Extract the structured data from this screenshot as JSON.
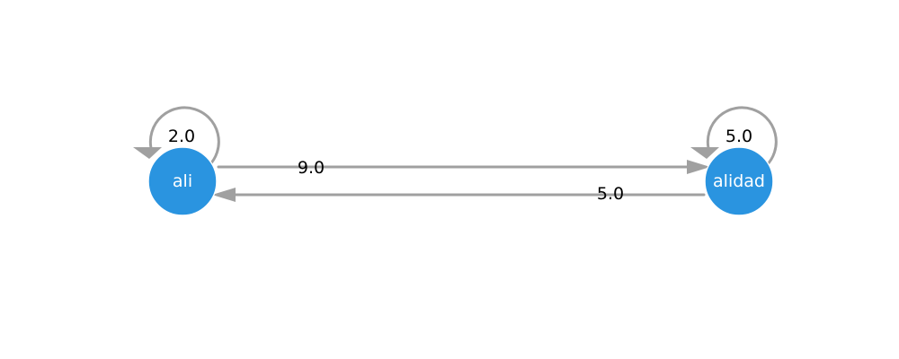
{
  "colors": {
    "node_fill": "#2a94e0",
    "edge": "#a0a0a0",
    "node_text": "#ffffff",
    "edge_text": "#000000"
  },
  "nodes": [
    {
      "id": "ali",
      "label": "ali"
    },
    {
      "id": "alidad",
      "label": "alidad"
    }
  ],
  "edges": [
    {
      "from": "ali",
      "to": "ali",
      "weight": "2.0"
    },
    {
      "from": "ali",
      "to": "alidad",
      "weight": "9.0"
    },
    {
      "from": "alidad",
      "to": "ali",
      "weight": "5.0"
    },
    {
      "from": "alidad",
      "to": "alidad",
      "weight": "5.0"
    }
  ]
}
